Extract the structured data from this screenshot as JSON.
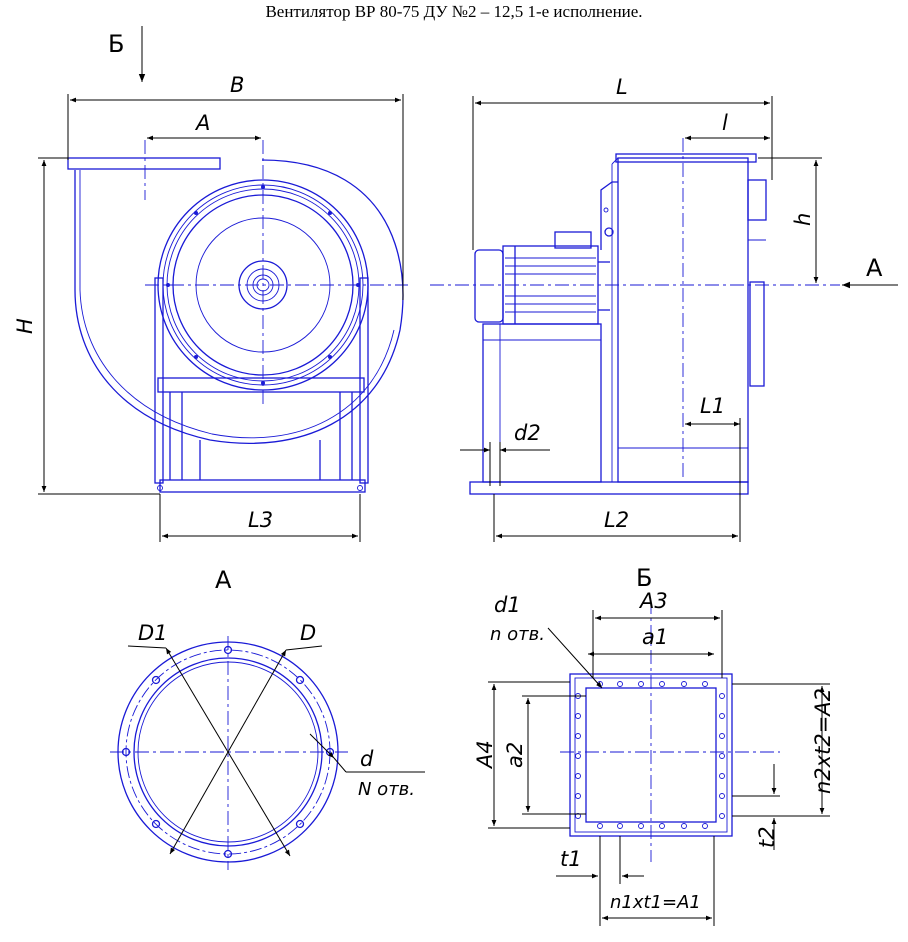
{
  "title": "Вентилятор ВР 80-75 ДУ №2 – 12,5 1-е исполнение.",
  "view_markers": {
    "view_b_arrow": "Б",
    "view_a_arrow": "А",
    "view_a_title": "А",
    "view_b_title": "Б"
  },
  "dimensions": {
    "front": {
      "B": "B",
      "A": "A",
      "H": "H",
      "L3": "L3"
    },
    "side": {
      "L": "L",
      "l": "l",
      "h": "h",
      "L1": "L1",
      "d2": "d2",
      "L2": "L2"
    },
    "flange_round": {
      "D1": "D1",
      "D": "D",
      "d": "d",
      "holes": "N отв."
    },
    "flange_square": {
      "d1": "d1",
      "holes": "n отв.",
      "A3": "A3",
      "a1": "a1",
      "A4": "A4",
      "a2": "a2",
      "n2t2": "n2xt2=A2",
      "t2": "t2",
      "t1": "t1",
      "n1t1": "n1xt1=A1"
    }
  },
  "colors": {
    "outline": "#1a1ad6",
    "dimension": "#000000",
    "background": "#ffffff"
  }
}
